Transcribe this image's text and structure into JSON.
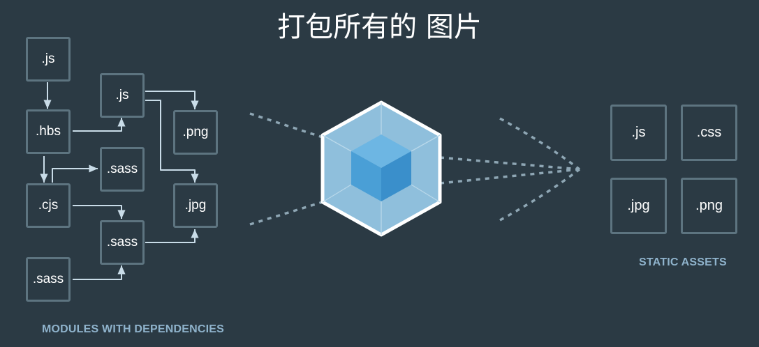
{
  "title": "打包所有的 图片",
  "modules": {
    "caption": "MODULES WITH DEPENDENCIES",
    "boxes": [
      ".js",
      ".js",
      ".hbs",
      ".png",
      ".sass",
      ".cjs",
      ".jpg",
      ".sass",
      ".sass"
    ]
  },
  "assets": {
    "caption": "STATIC ASSETS",
    "boxes": [
      ".js",
      ".css",
      ".jpg",
      ".png"
    ]
  },
  "colors": {
    "background": "#2b3a44",
    "box_border": "#5d7480",
    "arrow": "#c9dce8",
    "dotted": "#8ea6b4",
    "caption": "#8fb3cc",
    "cube_outer": "#ffffff",
    "cube_face_light": "#8fbfdc",
    "cube_face_dark": "#4a9fd6"
  },
  "icons": [
    "webpack-cube-icon"
  ]
}
